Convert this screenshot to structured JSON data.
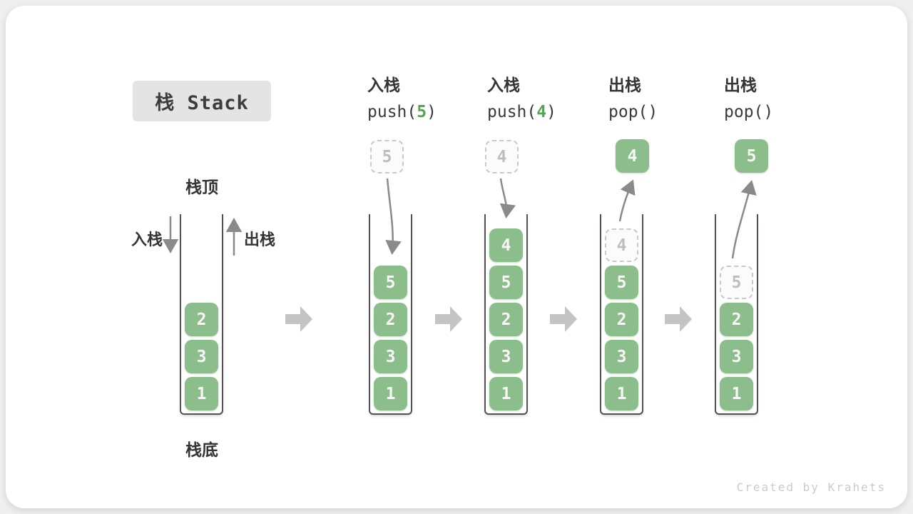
{
  "page": {
    "title_badge": "栈 Stack",
    "credit": "Created by Krahets"
  },
  "colors": {
    "element_green": "#8cbe8c",
    "code_arg_green": "#56a356",
    "text_dark": "#353535",
    "flow_arrow_gray": "#c4c4c4",
    "motion_arrow_gray": "#8a8a8a",
    "ghost_border_gray": "#c9c9c9",
    "badge_bg": "#e4e4e4"
  },
  "stack_labels": {
    "top": "栈顶",
    "bottom": "栈底",
    "push": "入栈",
    "pop": "出栈"
  },
  "columns": [
    {
      "id": "state-initial",
      "items": [
        {
          "value": "2",
          "ghost": false
        },
        {
          "value": "3",
          "ghost": false
        },
        {
          "value": "1",
          "ghost": false
        }
      ]
    },
    {
      "id": "op-push-5",
      "op_label": "入栈",
      "code": [
        {
          "text": "push("
        },
        {
          "text": "5",
          "highlight": true
        },
        {
          "text": ")"
        }
      ],
      "floating": {
        "value": "5",
        "style": "dashed"
      },
      "items": [
        {
          "value": "5",
          "ghost": false
        },
        {
          "value": "2",
          "ghost": false
        },
        {
          "value": "3",
          "ghost": false
        },
        {
          "value": "1",
          "ghost": false
        }
      ]
    },
    {
      "id": "op-push-4",
      "op_label": "入栈",
      "code": [
        {
          "text": "push("
        },
        {
          "text": "4",
          "highlight": true
        },
        {
          "text": ")"
        }
      ],
      "floating": {
        "value": "4",
        "style": "dashed"
      },
      "items": [
        {
          "value": "4",
          "ghost": false
        },
        {
          "value": "5",
          "ghost": false
        },
        {
          "value": "2",
          "ghost": false
        },
        {
          "value": "3",
          "ghost": false
        },
        {
          "value": "1",
          "ghost": false
        }
      ]
    },
    {
      "id": "op-pop-4",
      "op_label": "出栈",
      "code": [
        {
          "text": "pop()"
        }
      ],
      "floating": {
        "value": "4",
        "style": "solid"
      },
      "items": [
        {
          "value": "4",
          "ghost": true
        },
        {
          "value": "5",
          "ghost": false
        },
        {
          "value": "2",
          "ghost": false
        },
        {
          "value": "3",
          "ghost": false
        },
        {
          "value": "1",
          "ghost": false
        }
      ]
    },
    {
      "id": "op-pop-5",
      "op_label": "出栈",
      "code": [
        {
          "text": "pop()"
        }
      ],
      "floating": {
        "value": "5",
        "style": "solid"
      },
      "items": [
        {
          "value": "5",
          "ghost": true
        },
        {
          "value": "2",
          "ghost": false
        },
        {
          "value": "3",
          "ghost": false
        },
        {
          "value": "1",
          "ghost": false
        }
      ]
    }
  ]
}
